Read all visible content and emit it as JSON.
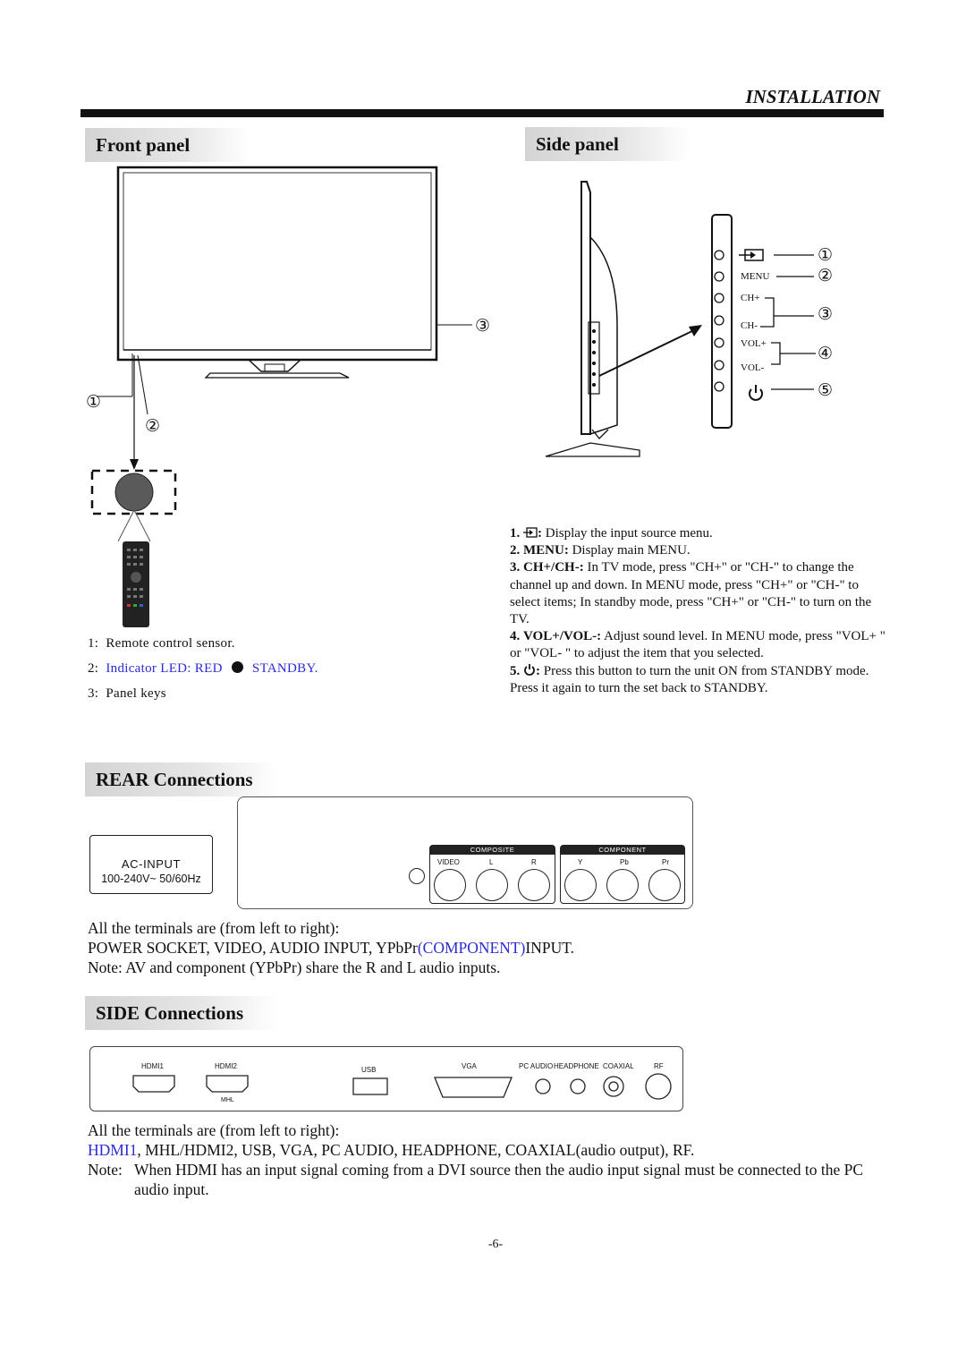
{
  "header": {
    "title": "INSTALLATION"
  },
  "front_panel": {
    "heading": "Front panel",
    "callouts": [
      "①",
      "②",
      "③"
    ],
    "legend": [
      {
        "num": "1:",
        "text": "Remote control sensor."
      },
      {
        "num": "2:",
        "text_before": "Indicator LED:  RED",
        "text_after": "STANDBY."
      },
      {
        "num": "3:",
        "text": "Panel keys"
      }
    ]
  },
  "side_panel": {
    "heading": "Side panel",
    "buttons": [
      "MENU",
      "CH+",
      "CH-",
      "VOL+",
      "VOL-"
    ],
    "callouts": [
      "①",
      "②",
      "③",
      "④",
      "⑤"
    ],
    "descriptions": [
      {
        "num": "1.",
        "label": ":",
        "text": " Display the input source menu."
      },
      {
        "num": "2.",
        "label": "MENU:",
        "text": " Display main MENU."
      },
      {
        "num": "3.",
        "label": "CH+/CH-:",
        "text": " In TV mode, press \"CH+\" or \"CH-\" to change the channel up and down. In MENU mode, press \"CH+\" or \"CH-\" to select items; In standby mode, press \"CH+\" or \"CH-\" to turn on the TV."
      },
      {
        "num": "4.",
        "label": "VOL+/VOL-:",
        "text": " Adjust sound level. In MENU mode, press \"VOL+ \" or \"VOL- \" to adjust the item that you selected."
      },
      {
        "num": "5.",
        "label": ":",
        "text": " Press this button to turn the unit ON  from STANDBY mode. Press it again to turn the set back to STANDBY."
      }
    ]
  },
  "rear": {
    "heading": "REAR Connections",
    "ac_label": "AC-INPUT",
    "ac_rating": "100-240V~ 50/60Hz",
    "composite_label": "COMPOSITE",
    "component_label": "COMPONENT",
    "composite_ports": [
      "VIDEO",
      "L",
      "R"
    ],
    "component_ports": [
      "Y",
      "Pb",
      "Pr"
    ],
    "line1": "All the terminals are (from left to right):",
    "line2_a": "POWER SOCKET, VIDEO, AUDIO INPUT, YPbPr",
    "line2_b": "(COMPONENT)",
    "line2_c": "INPUT.",
    "line3": "Note: AV and component (YPbPr) share the R and L audio inputs."
  },
  "side_conn": {
    "heading": "SIDE Connections",
    "ports": [
      "HDMI1",
      "HDMI2",
      "USB",
      "VGA",
      "PC AUDIO",
      "HEADPHONE",
      "COAXIAL",
      "RF"
    ],
    "mhl": "MHL",
    "line1": "All the terminals are (from left to right):",
    "line2_a": "HDMI1",
    "line2_b": ", MHL/HDMI2, USB, VGA, PC AUDIO, HEADPHONE, COAXIAL(audio output), RF.",
    "note_label": "Note:",
    "note_text": "When HDMI has an input signal coming from a DVI source then the audio input signal must be connected to the PC audio input."
  },
  "footer": {
    "page": "-6-"
  }
}
